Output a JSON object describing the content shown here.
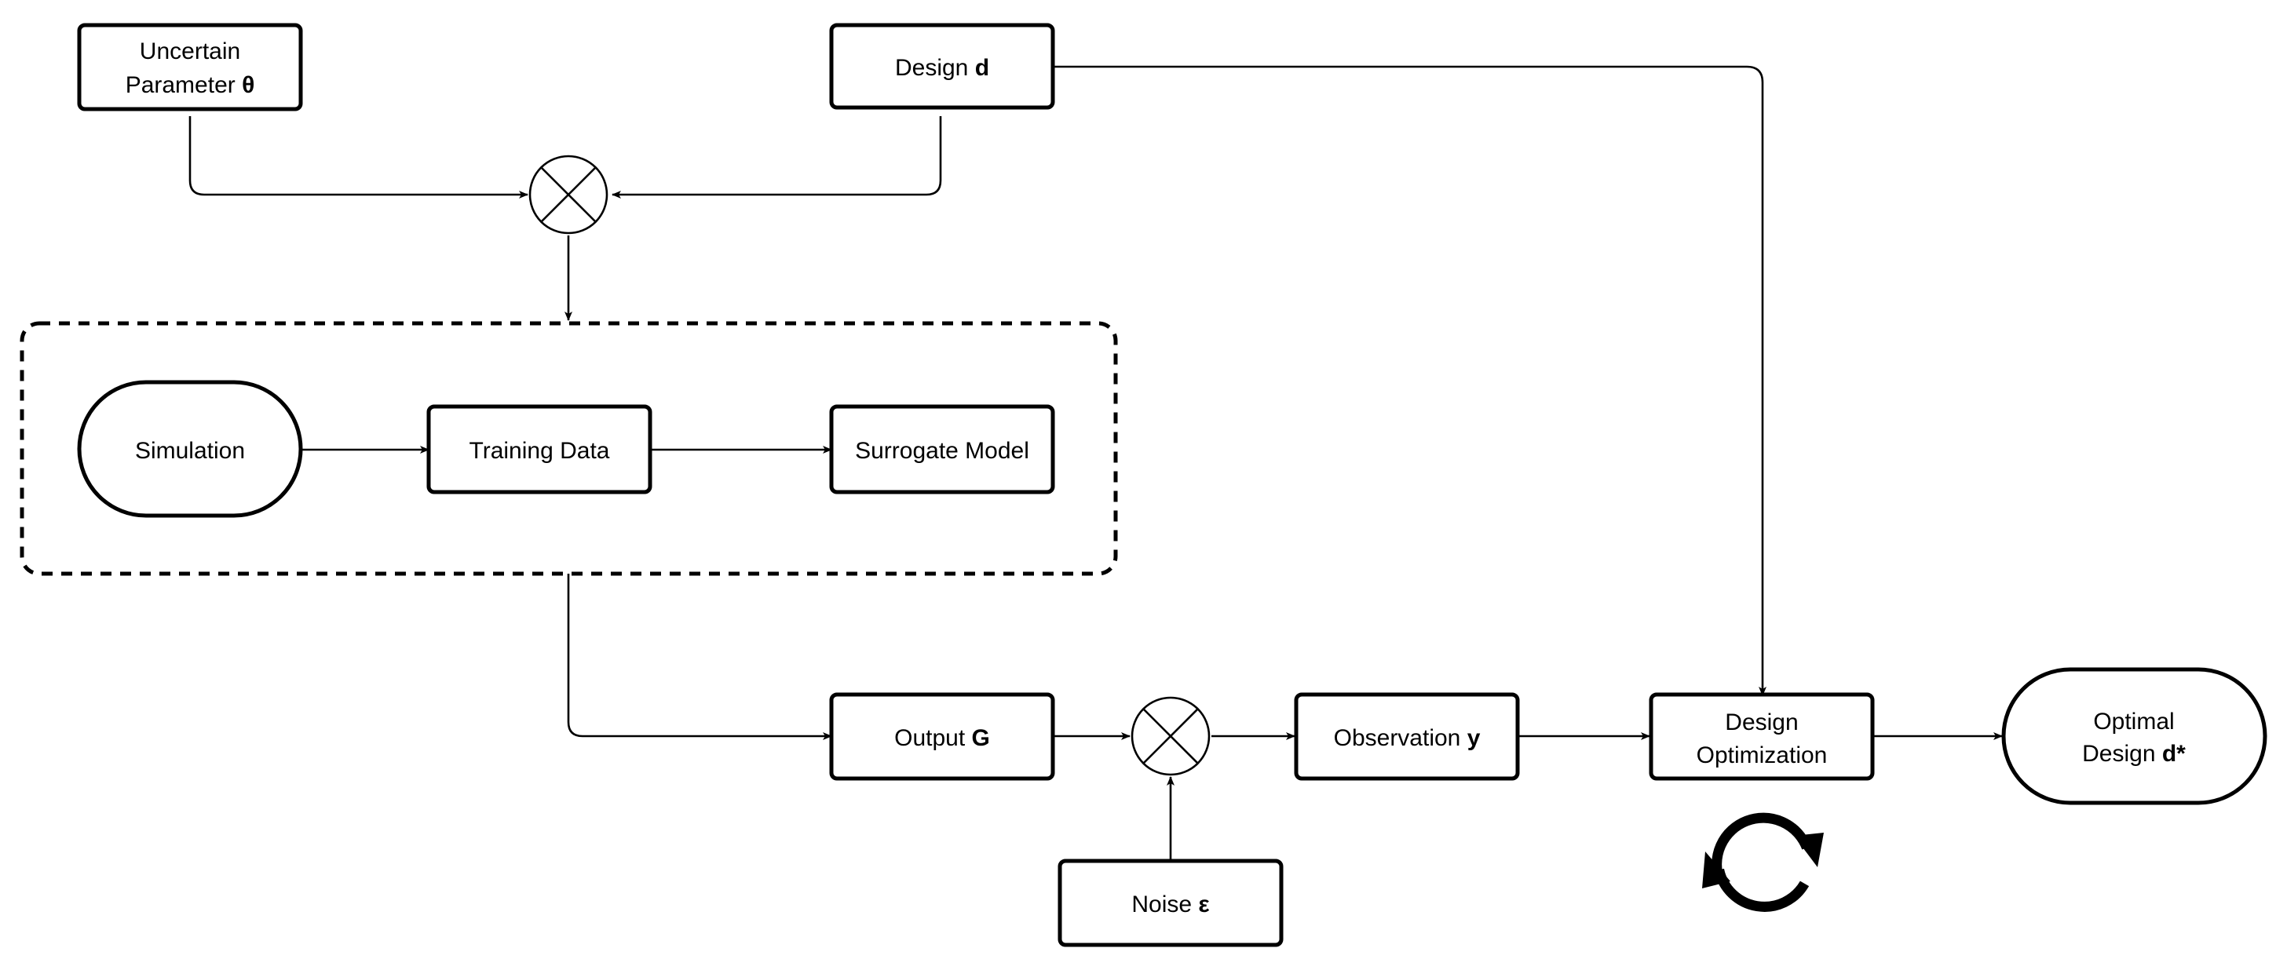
{
  "nodes": {
    "uncertain_parameter": {
      "line1": "Uncertain",
      "line2_text": "Parameter ",
      "line2_symbol": "θ"
    },
    "design": {
      "text": "Design ",
      "symbol": "d"
    },
    "simulation": {
      "text": "Simulation"
    },
    "training_data": {
      "text": "Training Data"
    },
    "surrogate_model": {
      "text": "Surrogate Model"
    },
    "output": {
      "text": "Output ",
      "symbol": "G"
    },
    "observation": {
      "text": "Observation ",
      "symbol": "y"
    },
    "noise": {
      "text": "Noise ",
      "symbol": "ε"
    },
    "design_optimization": {
      "line1": "Design",
      "line2": "Optimization"
    },
    "optimal_design": {
      "line1": "Optimal",
      "line2_text": "Design ",
      "line2_symbol": "d*"
    }
  },
  "combiners": [
    "combine-theta-d",
    "combine-noise"
  ],
  "icons": {
    "optimization_loop": "refresh-cycle-icon"
  },
  "colors": {
    "stroke": "#000000",
    "background": "#ffffff"
  }
}
